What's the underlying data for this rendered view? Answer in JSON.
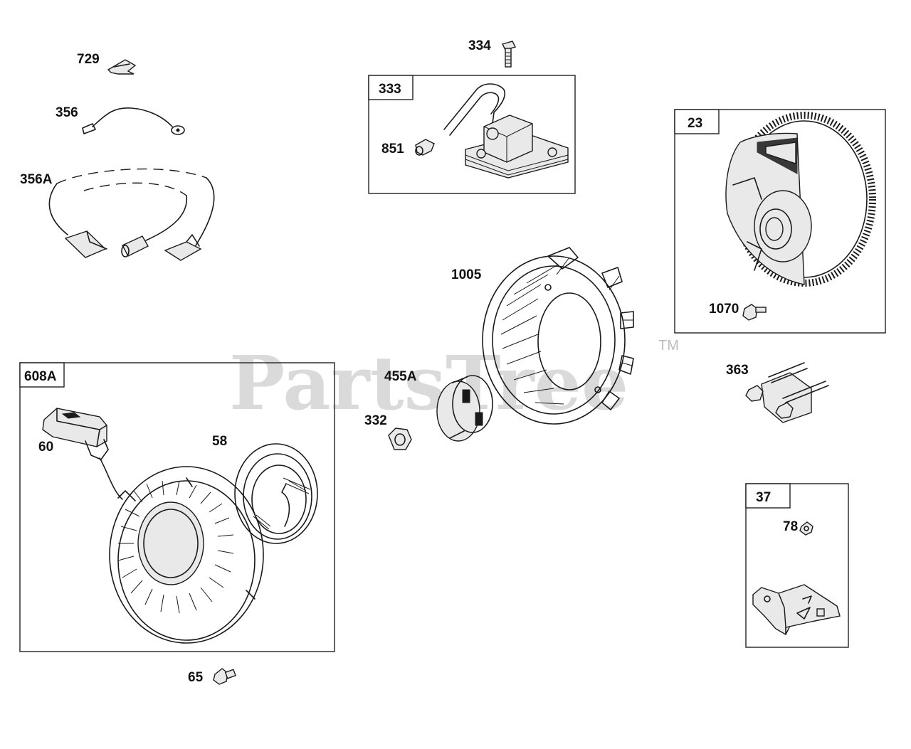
{
  "watermark": {
    "brand": "PartsTree",
    "trademark": "TM"
  },
  "parts": {
    "p729": "729",
    "p356": "356",
    "p356a": "356A",
    "p334": "334",
    "p333": "333",
    "p851": "851",
    "p23": "23",
    "p1070": "1070",
    "p1005": "1005",
    "p455a": "455A",
    "p332": "332",
    "p363": "363",
    "p608a": "608A",
    "p60": "60",
    "p58": "58",
    "p65": "65",
    "p37": "37",
    "p78": "78"
  }
}
